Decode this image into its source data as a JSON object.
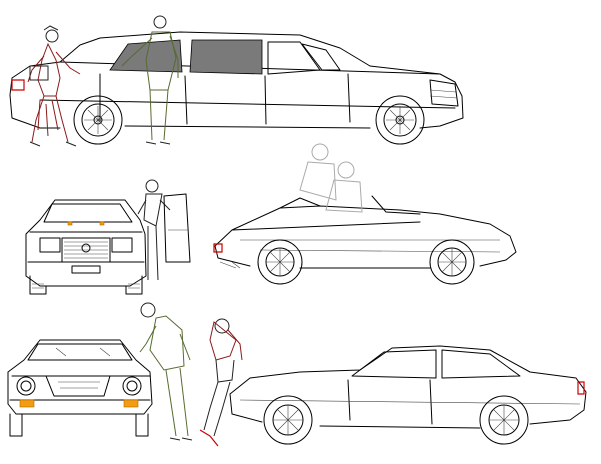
{
  "drawing": {
    "groups": [
      {
        "id": "limousine",
        "items": [
          "limousine-side",
          "woman-red-outfit",
          "man-chauffeur"
        ]
      },
      {
        "id": "suv-and-coupe",
        "items": [
          "suv-front",
          "woman-at-door",
          "coupe-convertible-side",
          "ghost-passengers"
        ]
      },
      {
        "id": "jaguar",
        "items": [
          "jaguar-front",
          "man-in-suit",
          "woman-seated",
          "jaguar-side"
        ]
      }
    ],
    "colors": {
      "line": "#000000",
      "glass": "#7a7a7a",
      "figure_red": "#8b1a1a",
      "figure_green": "#556b2f",
      "accent_red": "#cc0000",
      "accent_orange": "#f39c12",
      "ghost": "#aaaaaa"
    }
  }
}
